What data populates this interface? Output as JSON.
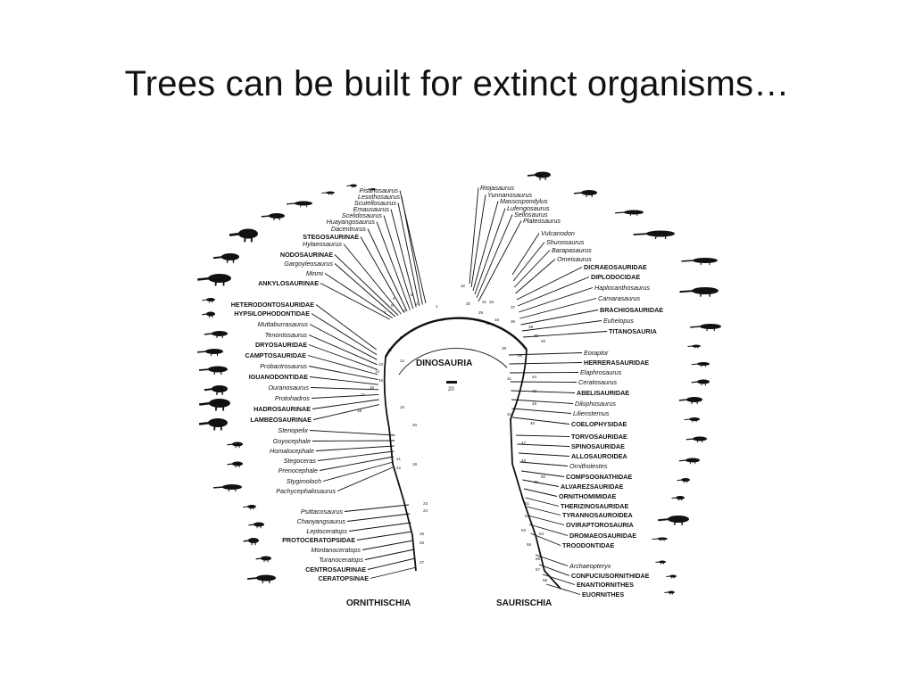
{
  "slide": {
    "title": "Trees can be built for extinct organisms…"
  },
  "tree": {
    "root_label": "DINOSAURIA",
    "scale_label": "20",
    "left_clade": "ORNITHISCHIA",
    "right_clade": "SAURISCHIA",
    "left_taxa": [
      {
        "label": "Pisanosaurus",
        "italic": true
      },
      {
        "label": "Lesothosaurus",
        "italic": true
      },
      {
        "label": "Scutellosaurus",
        "italic": true
      },
      {
        "label": "Emausaurus",
        "italic": true
      },
      {
        "label": "Scelidosaurus",
        "italic": true
      },
      {
        "label": "Huayangosaurus",
        "italic": true
      },
      {
        "label": "Dacentrurus",
        "italic": true
      },
      {
        "label": "STEGOSAURINAE",
        "italic": false
      },
      {
        "label": "Hylaeosaurus",
        "italic": true
      },
      {
        "label": "NODOSAURINAE",
        "italic": false
      },
      {
        "label": "Gargoyleosaurus",
        "italic": true
      },
      {
        "label": "Minmi",
        "italic": true
      },
      {
        "label": "ANKYLOSAURINAE",
        "italic": false
      },
      {
        "label": "HETERODONTOSAURIDAE",
        "italic": false
      },
      {
        "label": "HYPSILOPHODONTIDAE",
        "italic": false
      },
      {
        "label": "Muttaburrasaurus",
        "italic": true
      },
      {
        "label": "Tenontosaurus",
        "italic": true
      },
      {
        "label": "DRYOSAURIDAE",
        "italic": false
      },
      {
        "label": "CAMPTOSAURIDAE",
        "italic": false
      },
      {
        "label": "Probactrosaurus",
        "italic": true
      },
      {
        "label": "IGUANODONTIDAE",
        "italic": false
      },
      {
        "label": "Ouranosaurus",
        "italic": true
      },
      {
        "label": "Protohadros",
        "italic": true
      },
      {
        "label": "HADROSAURINAE",
        "italic": false
      },
      {
        "label": "LAMBEOSAURINAE",
        "italic": false
      },
      {
        "label": "Stenopelix",
        "italic": true
      },
      {
        "label": "Goyocephale",
        "italic": true
      },
      {
        "label": "Homalocephale",
        "italic": true
      },
      {
        "label": "Stegoceras",
        "italic": true
      },
      {
        "label": "Prenocephale",
        "italic": true
      },
      {
        "label": "Stygimoloch",
        "italic": true
      },
      {
        "label": "Pachycephalosaurus",
        "italic": true
      },
      {
        "label": "Psittacosaurus",
        "italic": true
      },
      {
        "label": "Chaoyangsaurus",
        "italic": true
      },
      {
        "label": "Leptoceratops",
        "italic": true
      },
      {
        "label": "PROTOCERATOPSIDAE",
        "italic": false
      },
      {
        "label": "Montanoceratops",
        "italic": true
      },
      {
        "label": "Turanoceratops",
        "italic": true
      },
      {
        "label": "CENTROSAURINAE",
        "italic": false
      },
      {
        "label": "CERATOPSINAE",
        "italic": false
      }
    ],
    "right_taxa": [
      {
        "label": "Riojasaurus",
        "italic": true
      },
      {
        "label": "Yunnanosaurus",
        "italic": true
      },
      {
        "label": "Massospondylus",
        "italic": true
      },
      {
        "label": "Lufengosaurus",
        "italic": true
      },
      {
        "label": "Sellosaurus",
        "italic": true
      },
      {
        "label": "Plateosaurus",
        "italic": true
      },
      {
        "label": "Vulcanodon",
        "italic": true
      },
      {
        "label": "Shunosaurus",
        "italic": true
      },
      {
        "label": "Barapasaurus",
        "italic": true
      },
      {
        "label": "Omeisaurus",
        "italic": true
      },
      {
        "label": "DICRAEOSAURIDAE",
        "italic": false
      },
      {
        "label": "DIPLODOCIDAE",
        "italic": false
      },
      {
        "label": "Haplocanthosaurus",
        "italic": true
      },
      {
        "label": "Camarasaurus",
        "italic": true
      },
      {
        "label": "BRACHIOSAURIDAE",
        "italic": false
      },
      {
        "label": "Euhelopus",
        "italic": true
      },
      {
        "label": "TITANOSAURIA",
        "italic": false
      },
      {
        "label": "Eoraptor",
        "italic": true
      },
      {
        "label": "HERRERASAURIDAE",
        "italic": false
      },
      {
        "label": "Elaphrosaurus",
        "italic": true
      },
      {
        "label": "Ceratosaurus",
        "italic": true
      },
      {
        "label": "ABELISAURIDAE",
        "italic": false
      },
      {
        "label": "Dilophosaurus",
        "italic": true
      },
      {
        "label": "Liliensternus",
        "italic": true
      },
      {
        "label": "COELOPHYSIDAE",
        "italic": false
      },
      {
        "label": "TORVOSAURIDAE",
        "italic": false
      },
      {
        "label": "SPINOSAURIDAE",
        "italic": false
      },
      {
        "label": "ALLOSAUROIDEA",
        "italic": false
      },
      {
        "label": "Ornitholestes",
        "italic": true
      },
      {
        "label": "COMPSOGNATHIDAE",
        "italic": false
      },
      {
        "label": "ALVAREZSAURIDAE",
        "italic": false
      },
      {
        "label": "ORNITHOMIMIDAE",
        "italic": false
      },
      {
        "label": "THERIZINOSAURIDAE",
        "italic": false
      },
      {
        "label": "TYRANNOSAUROIDEA",
        "italic": false
      },
      {
        "label": "OVIRAPTOROSAURIA",
        "italic": false
      },
      {
        "label": "DROMAEOSAURIDAE",
        "italic": false
      },
      {
        "label": "TROODONTIDAE",
        "italic": false
      },
      {
        "label": "Archaeopteryx",
        "italic": true
      },
      {
        "label": "CONFUCIUSORNITHIDAE",
        "italic": false
      },
      {
        "label": "ENANTIORNITHES",
        "italic": false
      },
      {
        "label": "EUORNITHES",
        "italic": false
      }
    ],
    "left_node_numbers": [
      "1",
      "2",
      "3",
      "4",
      "5",
      "6",
      "7",
      "8",
      "9",
      "10",
      "11",
      "12",
      "13",
      "14",
      "15",
      "16",
      "17",
      "18",
      "19",
      "20",
      "21",
      "22",
      "23",
      "24",
      "25",
      "26",
      "27"
    ],
    "right_node_numbers": [
      "28",
      "29",
      "30",
      "31",
      "32",
      "33",
      "34",
      "35",
      "36",
      "37",
      "38",
      "39",
      "40",
      "41",
      "42",
      "43",
      "44",
      "45",
      "46",
      "47",
      "48",
      "49",
      "50",
      "51",
      "52",
      "53",
      "54",
      "55",
      "56",
      "57",
      "58",
      "59"
    ]
  }
}
